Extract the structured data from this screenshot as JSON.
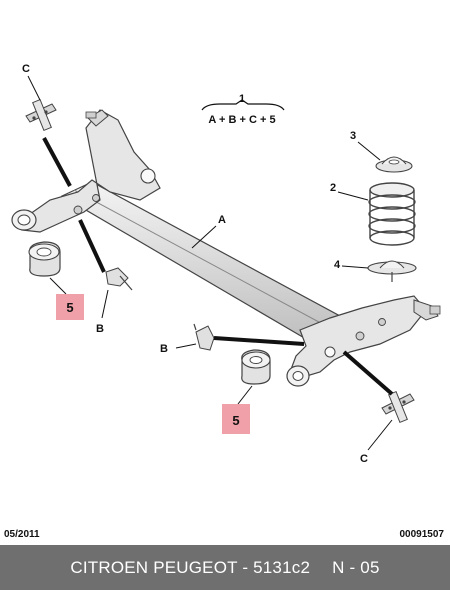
{
  "formula": {
    "number": "1",
    "expression": "A + B + C + 5"
  },
  "labels": {
    "C_top": "C",
    "C_bottom": "C",
    "B_left": "B",
    "B_center": "B",
    "A": "A",
    "n2": "2",
    "n3": "3",
    "n4": "4",
    "n5_left": "5",
    "n5_right": "5"
  },
  "footer": {
    "date": "05/2011",
    "ref": "00091507",
    "brand": "CITROEN PEUGEOT - 5131c2",
    "page": "N - 05"
  },
  "colors": {
    "callout_box": "#f0a0a8",
    "footer_bg": "#6f6f6f",
    "part_fill": "#e4e4e4",
    "part_stroke": "#444444"
  }
}
